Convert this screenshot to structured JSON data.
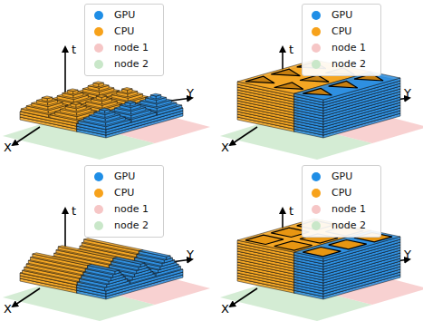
{
  "diagram": {
    "labels": [
      "t",
      "X",
      "Y",
      "t",
      "X",
      "Y",
      "t",
      "X",
      "Y",
      "t",
      "X",
      "Y"
    ],
    "legend": [
      {
        "text": "GPU",
        "color": "#1f8ee6"
      },
      {
        "text": "CPU",
        "color": "#f7a21b"
      },
      {
        "text": "node 1",
        "color": "#f6c6c6"
      },
      {
        "text": "node 2",
        "color": "#c9e7c9"
      },
      {
        "text": "GPU",
        "color": "#1f8ee6"
      },
      {
        "text": "CPU",
        "color": "#f7a21b"
      },
      {
        "text": "node 1",
        "color": "#f6c6c6"
      },
      {
        "text": "node 2",
        "color": "#c9e7c9"
      },
      {
        "text": "GPU",
        "color": "#1f8ee6"
      },
      {
        "text": "CPU",
        "color": "#f7a21b"
      },
      {
        "text": "node 1",
        "color": "#f6c6c6"
      },
      {
        "text": "node 2",
        "color": "#c9e7c9"
      },
      {
        "text": "GPU",
        "color": "#1f8ee6"
      },
      {
        "text": "CPU",
        "color": "#f7a21b"
      },
      {
        "text": "node 1",
        "color": "#f6c6c6"
      },
      {
        "text": "node 2",
        "color": "#c9e7c9"
      }
    ]
  }
}
